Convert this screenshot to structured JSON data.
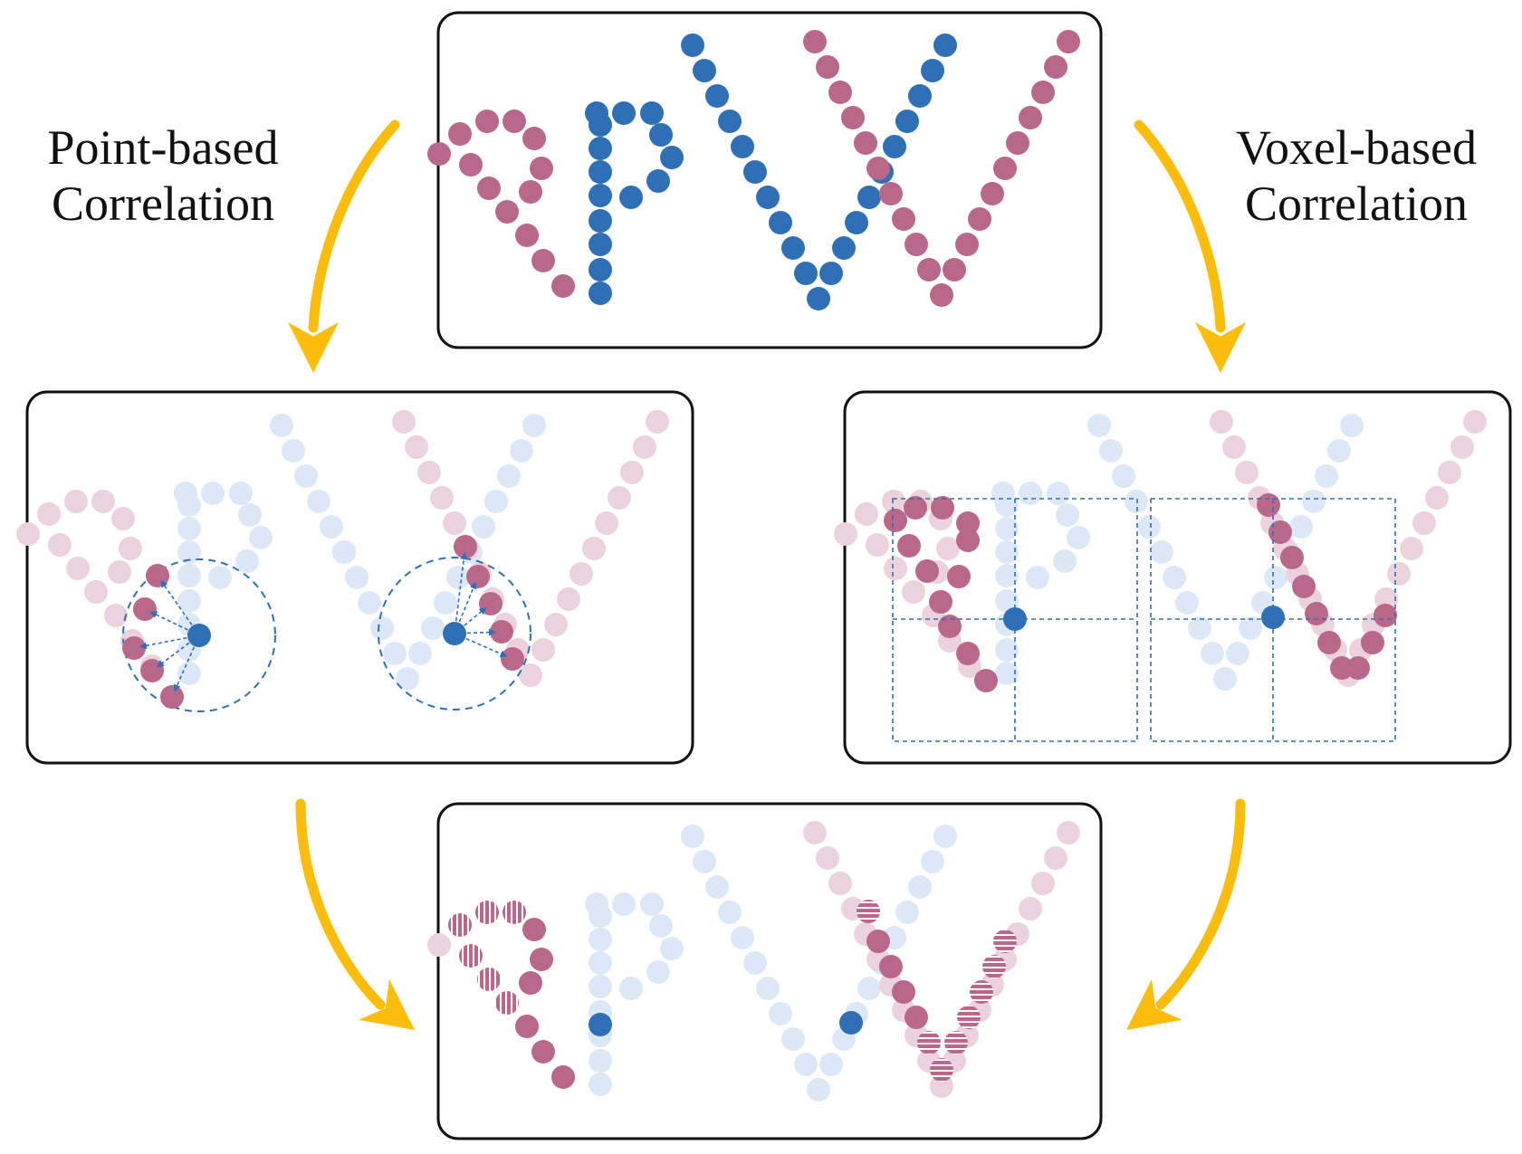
{
  "labels": {
    "left": [
      "Point-based",
      "Correlation"
    ],
    "right": [
      "Voxel-based",
      "Correlation"
    ]
  },
  "colors": {
    "blue": "#2e6fb5",
    "pink": "#b9688c",
    "blue_faint": "#dde8f6",
    "pink_faint": "#ecd2dd",
    "arrow": "#fbbd0b",
    "frame": "#111111",
    "guide": "#2e6fb5"
  },
  "panels": [
    {
      "id": "source",
      "name": "source-point-clouds-panel"
    },
    {
      "id": "point",
      "name": "point-based-correlation-panel"
    },
    {
      "id": "voxel",
      "name": "voxel-based-correlation-panel"
    },
    {
      "id": "result",
      "name": "correlation-result-panel"
    }
  ],
  "arrows": [
    {
      "name": "arrow-to-point-based"
    },
    {
      "name": "arrow-to-voxel-based"
    },
    {
      "name": "arrow-point-to-result"
    },
    {
      "name": "arrow-voxel-to-result"
    }
  ]
}
